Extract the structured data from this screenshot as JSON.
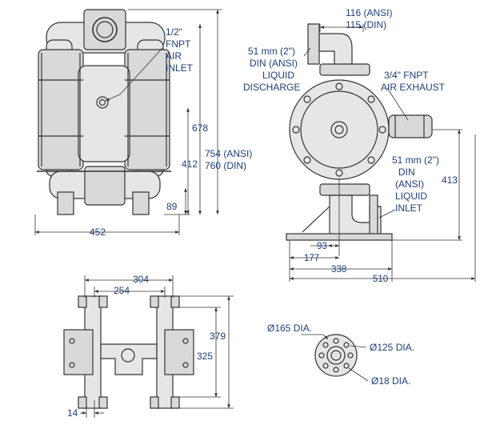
{
  "front": {
    "dims": {
      "height_total": "678",
      "height_ansi_din": "754 (ANSI)",
      "height_din": "760 (DIN)",
      "mid_height": "412",
      "base_height": "89",
      "width": "452"
    },
    "air_inlet": [
      "1/2\"",
      "FNPT",
      "AIR",
      "INLET"
    ]
  },
  "side": {
    "discharge_width_ansi": "116 (ANSI)",
    "discharge_width_din": "115 (DIN)",
    "discharge_label": [
      "51 mm (2\")",
      "DIN (ANSI)",
      "LIQUID",
      "DISCHARGE"
    ],
    "exhaust_label": [
      "3/4\" FNPT",
      "AIR EXHAUST"
    ],
    "inlet_label": [
      "51 mm (2\")",
      "DIN",
      "(ANSI)",
      "LIQUID",
      "INLET"
    ],
    "height_inlet": "413",
    "dim_93": "93",
    "dim_177": "177",
    "dim_338": "338",
    "dim_510": "510"
  },
  "base": {
    "dim_304": "304",
    "dim_254": "254",
    "dim_379": "379",
    "dim_325": "325",
    "dim_14": "14"
  },
  "flange": {
    "dia_165": "Ø165 DIA.",
    "dia_125": "Ø125 DIA.",
    "dia_18": "Ø18 DIA."
  }
}
